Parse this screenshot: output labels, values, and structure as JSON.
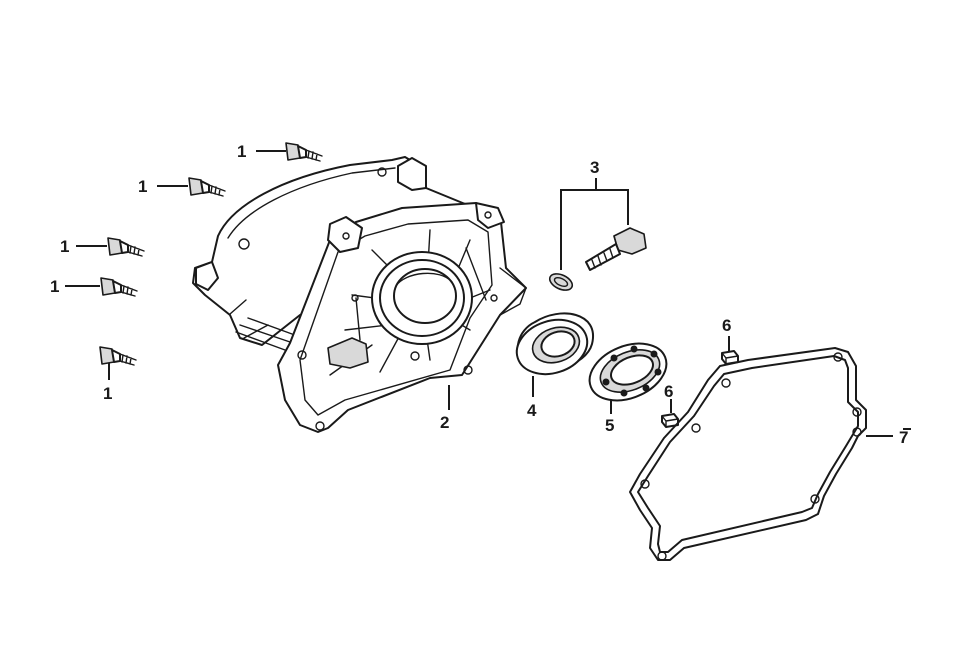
{
  "callouts": {
    "bolt_1a": "1",
    "bolt_1b": "1",
    "bolt_1c": "1",
    "bolt_1d": "1",
    "bolt_1e": "1",
    "cover": "2",
    "drain": "3",
    "oil_seal": "4",
    "bearing": "5",
    "pin_a": "6",
    "pin_b": "6",
    "gasket": "7"
  },
  "colors": {
    "ink": "#1a1a1a",
    "shade": "#d9d9d9",
    "background": "#ffffff"
  }
}
